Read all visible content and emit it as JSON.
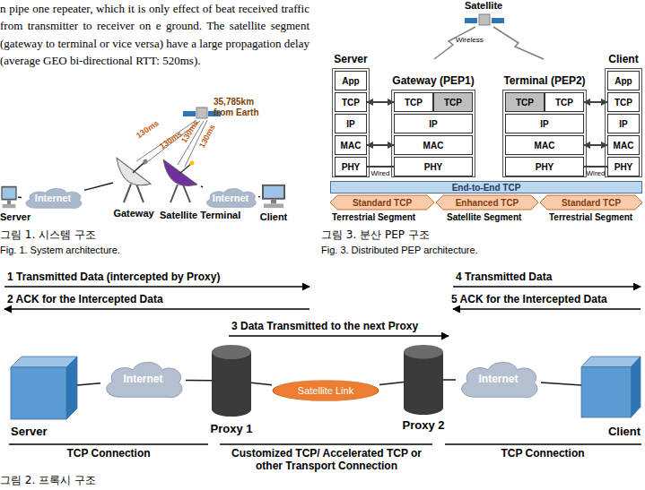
{
  "diagram": {
    "nodes": [
      {
        "text": [
          "Server"
        ]
      },
      {
        "text": [
          "Internet"
        ]
      },
      {
        "text": [
          "Gateway"
        ]
      },
      {
        "text": [
          "Satellite Terminal"
        ]
      },
      {
        "text": [
          "Internet"
        ]
      },
      {
        "text": [
          "Client"
        ]
      },
      {
        "text": [
          "Server"
        ]
      },
      {
        "text": [
          "App"
        ],
        "in": 6
      },
      {
        "text": [
          "TCP"
        ],
        "in": 6
      },
      {
        "text": [
          "IP"
        ],
        "in": 6
      },
      {
        "text": [
          "MAC"
        ],
        "in": 6
      },
      {
        "text": [
          "PHY"
        ],
        "in": 6
      },
      {
        "text": [
          "Gateway (PEP1)"
        ]
      },
      {
        "text": [
          "TCP"
        ],
        "in": 12
      },
      {
        "text": [
          "TCP"
        ],
        "in": 12
      },
      {
        "text": [
          "IP"
        ],
        "in": 12
      },
      {
        "text": [
          "MAC"
        ],
        "in": 12
      },
      {
        "text": [
          "PHY"
        ],
        "in": 12
      },
      {
        "text": [
          "Terminal (PEP2)"
        ]
      },
      {
        "text": [
          "TCP"
        ],
        "in": 18
      },
      {
        "text": [
          "TCP"
        ],
        "in": 18
      },
      {
        "text": [
          "IP"
        ],
        "in": 18
      },
      {
        "text": [
          "MAC"
        ],
        "in": 18
      },
      {
        "text": [
          "PHY"
        ],
        "in": 18
      },
      {
        "text": [
          "Client"
        ]
      },
      {
        "text": [
          "App"
        ],
        "in": 24
      },
      {
        "text": [
          "TCP"
        ],
        "in": 24
      },
      {
        "text": [
          "IP"
        ],
        "in": 24
      },
      {
        "text": [
          "MAC"
        ],
        "in": 24
      },
      {
        "text": [
          "PHY"
        ],
        "in": 24
      },
      {
        "text": [
          "End-to-End TCP"
        ]
      },
      {
        "text": [
          "Standard TCP"
        ]
      },
      {
        "text": [
          "Enhanced TCP"
        ]
      },
      {
        "text": [
          "Standard TCP"
        ]
      },
      {
        "text": [
          "Server"
        ]
      },
      {
        "text": [
          "Internet"
        ]
      },
      {
        "text": [
          "Proxy 1"
        ]
      },
      {
        "text": [
          "Satellite Link"
        ]
      },
      {
        "text": [
          "Proxy 2"
        ]
      },
      {
        "text": [
          "Internet"
        ]
      },
      {
        "text": [
          "Client"
        ]
      }
    ],
    "edges": [
      {
        "from": 0,
        "to": 1,
        "arrow": "none"
      },
      {
        "from": 1,
        "to": 2,
        "arrow": "none"
      },
      {
        "from": 3,
        "to": 4,
        "arrow": "none"
      },
      {
        "from": 4,
        "to": 5,
        "arrow": "none"
      },
      {
        "from": 8,
        "to": 13,
        "arrow": "both"
      },
      {
        "from": 10,
        "to": 16,
        "arrow": "both"
      },
      {
        "from": 11,
        "to": 17,
        "label": "Wired",
        "arrow": "none"
      },
      {
        "from": 20,
        "to": 26,
        "arrow": "both"
      },
      {
        "from": 22,
        "to": 28,
        "arrow": "both"
      },
      {
        "from": 23,
        "to": 29,
        "label": "Wired",
        "arrow": "none"
      },
      {
        "from": 34,
        "to": 35,
        "arrow": "none"
      },
      {
        "from": 35,
        "to": 36,
        "arrow": "none"
      },
      {
        "from": 36,
        "to": 37,
        "arrow": "none"
      },
      {
        "from": 37,
        "to": 38,
        "arrow": "none"
      },
      {
        "from": 38,
        "to": 39,
        "arrow": "none"
      },
      {
        "from": 39,
        "to": 40,
        "arrow": "none"
      }
    ],
    "labels": [
      "n pipe one repeater, which it is only effect of beat received traffic from transmitter to receiver on e ground. The satellite segment (gateway to terminal or vice versa) have a large propagation delay (average GEO bi-directional RTT: 520ms).",
      "35,785km from Earth",
      "130ms",
      "130ms",
      "130ms",
      "130ms",
      "그림 1. 시스템 구조",
      "Fig. 1. System architecture.",
      "Satellite",
      "Wireless",
      "Terrestrial Segment",
      "Satellite Segment",
      "Terrestrial Segment",
      "그림 3. 분산 PEP 구조",
      "Fig. 3. Distributed PEP architecture.",
      "1 Transmitted Data (intercepted by Proxy)",
      "2 ACK for the Intercepted Data",
      "3 Data Transmitted to the next Proxy",
      "4 Transmitted Data",
      "5 ACK for the Intercepted Data",
      "TCP Connection",
      "Customized TCP/ Accelerated TCP or other Transport Connection",
      "TCP Connection",
      "그림 2. 프록시 구조"
    ]
  }
}
